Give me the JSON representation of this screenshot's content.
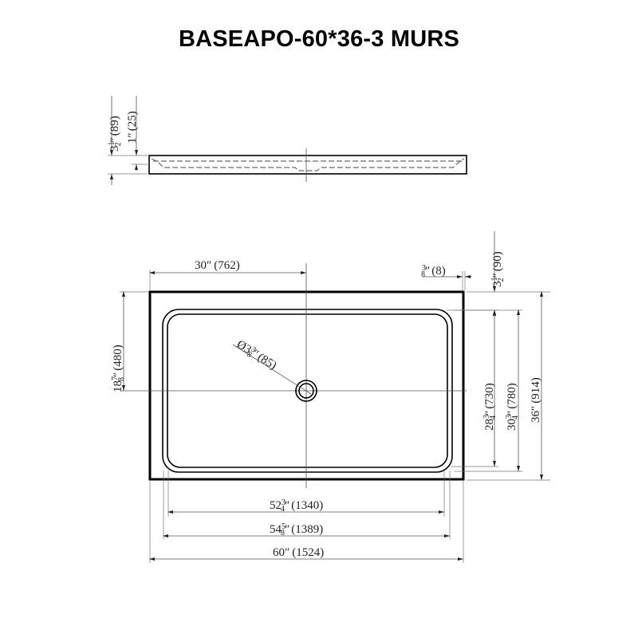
{
  "title": "BASEAPO-60*36-3 MURS",
  "side_view": {
    "height_total": {
      "whole": "3",
      "num": "1",
      "den": "2",
      "unit": "″",
      "mm": "(89)"
    },
    "lip_height": {
      "whole": "1",
      "unit": "″",
      "mm": "(25)"
    }
  },
  "top_view": {
    "drain_offset_x": {
      "label": "30″",
      "mm": "(762)"
    },
    "wall_thickness": {
      "num": "3",
      "den": "8",
      "unit": "″",
      "mm": "(8)"
    },
    "top_margin": {
      "whole": "3",
      "num": "1",
      "den": "2",
      "unit": "″",
      "mm": "(90)"
    },
    "drain_offset_y": {
      "whole": "18",
      "num": "7",
      "den": "8",
      "unit": "″",
      "mm": "(480)"
    },
    "drain_diameter": {
      "prefix": "Ø3",
      "num": "3",
      "den": "8",
      "unit": "″",
      "mm": "(85)"
    },
    "inner_depth": {
      "whole": "28",
      "num": "3",
      "den": "4",
      "unit": "″",
      "mm": "(730)"
    },
    "rim_depth": {
      "whole": "30",
      "num": "3",
      "den": "4",
      "unit": "″",
      "mm": "(780)"
    },
    "total_depth": {
      "label": "36″",
      "mm": "(914)"
    },
    "inner_width": {
      "whole": "52",
      "num": "3",
      "den": "4",
      "unit": "″",
      "mm": "(1340)"
    },
    "rim_width": {
      "whole": "54",
      "num": "5",
      "den": "8",
      "unit": "″",
      "mm": "(1389)"
    },
    "total_width": {
      "label": "60″",
      "mm": "(1524)"
    }
  },
  "colors": {
    "line": "#000000",
    "dim_line": "#555555",
    "background": "#ffffff"
  }
}
